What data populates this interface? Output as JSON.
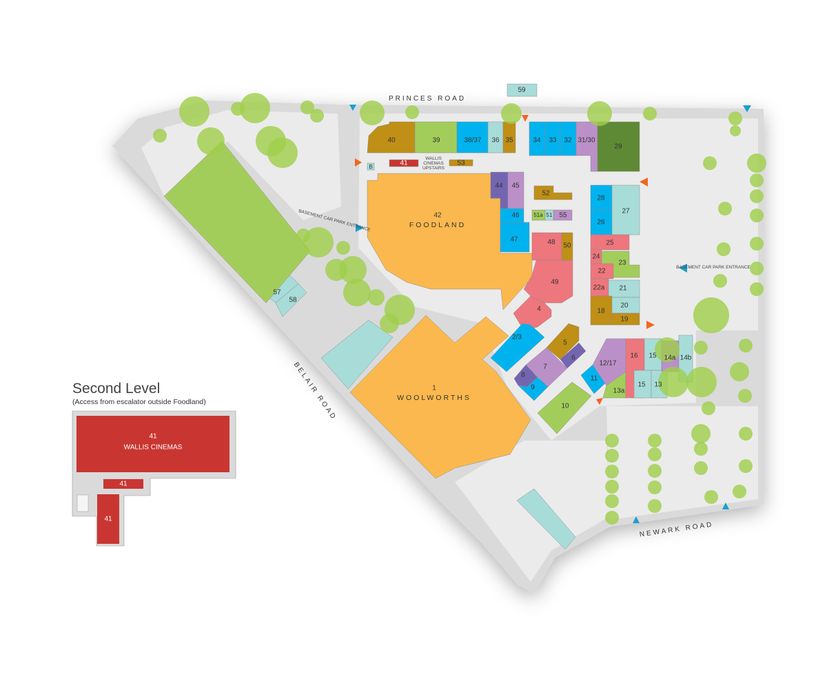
{
  "roads": {
    "north": "PRINCES ROAD",
    "west": "BELAIR ROAD",
    "south": "NEWARK ROAD"
  },
  "entrances": {
    "west": "BASEMENT CAR PARK ENTRANCE",
    "east": "BASEMENT CAR PARK ENTRANCE"
  },
  "cinema_note": "WALLIS CINEMAS UPSTAIRS",
  "basement_marker": "B",
  "palette": {
    "orange": "#fbb84e",
    "green": "#a3cd5a",
    "darkgreen": "#5f8a35",
    "blue": "#00b3ef",
    "teal": "#a8dcd9",
    "gold": "#bf8f16",
    "purple": "#bb90c8",
    "indigo": "#7465b1",
    "pink": "#ee767d",
    "red": "#c93631",
    "ground": "#dadada",
    "paving": "#ebebeb",
    "tree": "#9fce4a",
    "entrance_blue": "#1a9fd0",
    "entrance_orange": "#f26522"
  },
  "stores": [
    {
      "label": "40",
      "color": "gold"
    },
    {
      "label": "39",
      "color": "green"
    },
    {
      "label": "38/37",
      "color": "blue"
    },
    {
      "label": "36",
      "color": "teal"
    },
    {
      "label": "35",
      "color": "gold"
    },
    {
      "label": "34",
      "color": "blue"
    },
    {
      "label": "33",
      "color": "blue"
    },
    {
      "label": "32",
      "color": "blue"
    },
    {
      "label": "31/30",
      "color": "purple"
    },
    {
      "label": "29",
      "color": "darkgreen"
    },
    {
      "label": "41",
      "color": "red"
    },
    {
      "label": "53",
      "color": "gold"
    },
    {
      "label": "42",
      "name": "FOODLAND",
      "color": "orange"
    },
    {
      "label": "44",
      "color": "indigo"
    },
    {
      "label": "45",
      "color": "purple"
    },
    {
      "label": "46",
      "color": "blue"
    },
    {
      "label": "47",
      "color": "blue"
    },
    {
      "label": "52",
      "color": "gold"
    },
    {
      "label": "51a",
      "color": "green"
    },
    {
      "label": "51",
      "color": "teal"
    },
    {
      "label": "55",
      "color": "purple"
    },
    {
      "label": "28",
      "color": "blue"
    },
    {
      "label": "26",
      "color": "blue"
    },
    {
      "label": "27",
      "color": "teal"
    },
    {
      "label": "25",
      "color": "pink"
    },
    {
      "label": "24",
      "color": "pink"
    },
    {
      "label": "23",
      "color": "green"
    },
    {
      "label": "22",
      "color": "pink"
    },
    {
      "label": "22a",
      "color": "pink"
    },
    {
      "label": "21",
      "color": "teal"
    },
    {
      "label": "18",
      "color": "gold"
    },
    {
      "label": "20",
      "color": "teal"
    },
    {
      "label": "19",
      "color": "gold"
    },
    {
      "label": "48",
      "color": "pink"
    },
    {
      "label": "50",
      "color": "gold"
    },
    {
      "label": "49",
      "color": "pink"
    },
    {
      "label": "4",
      "color": "pink"
    },
    {
      "label": "2/3",
      "color": "blue"
    },
    {
      "label": "5",
      "color": "gold"
    },
    {
      "label": "6",
      "color": "indigo"
    },
    {
      "label": "7",
      "color": "purple"
    },
    {
      "label": "8",
      "color": "indigo"
    },
    {
      "label": "9",
      "color": "blue"
    },
    {
      "label": "10",
      "color": "green"
    },
    {
      "label": "11",
      "color": "blue"
    },
    {
      "label": "12/17",
      "color": "purple"
    },
    {
      "label": "13a",
      "color": "green"
    },
    {
      "label": "16",
      "color": "pink"
    },
    {
      "label": "15",
      "color": "teal"
    },
    {
      "label": "15",
      "color": "teal"
    },
    {
      "label": "13",
      "color": "teal"
    },
    {
      "label": "14a",
      "color": "purple"
    },
    {
      "label": "14b",
      "color": "teal"
    },
    {
      "label": "1",
      "name": "WOOLWORTHS",
      "color": "orange"
    },
    {
      "label": "57",
      "color": "teal"
    },
    {
      "label": "58",
      "color": "teal"
    },
    {
      "label": "59",
      "color": "teal"
    },
    {
      "label": "",
      "color": "green"
    },
    {
      "label": "",
      "color": "teal"
    },
    {
      "label": "",
      "color": "teal"
    }
  ],
  "second_level": {
    "title": "Second Level",
    "subtitle": "(Access from escalator outside Foodland)",
    "units": [
      {
        "label": "41",
        "name": "WALLIS CINEMAS"
      },
      {
        "label": "41"
      },
      {
        "label": "41"
      }
    ]
  }
}
